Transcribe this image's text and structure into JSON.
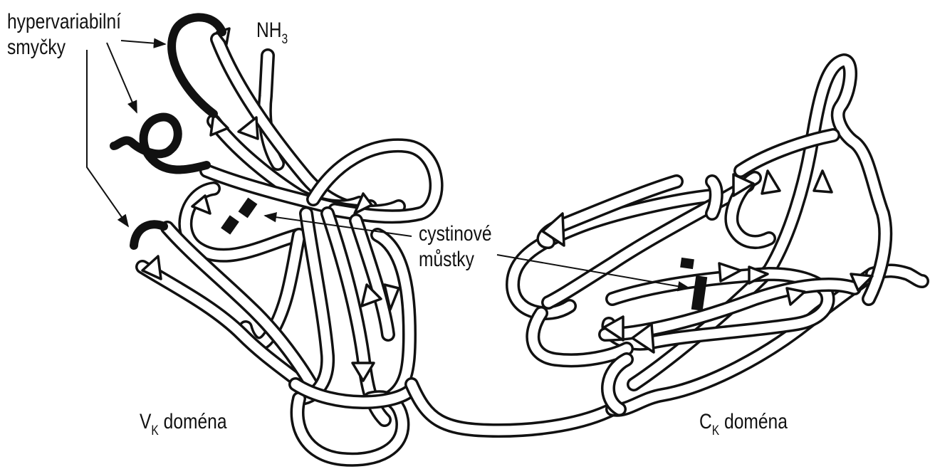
{
  "labels": {
    "hypervariable_line1": "hypervariabilní",
    "hypervariable_line2": "smyčky",
    "nh3_main": "NH",
    "nh3_sub": "3",
    "cystine_line1": "cystinové",
    "cystine_line2": "můstky",
    "vk_main": "V",
    "vk_sub": "K",
    "vk_rest": " doména",
    "ck_main": "C",
    "ck_sub": "K",
    "ck_rest": " doména"
  },
  "colors": {
    "ink": "#111111",
    "background": "#ffffff"
  }
}
